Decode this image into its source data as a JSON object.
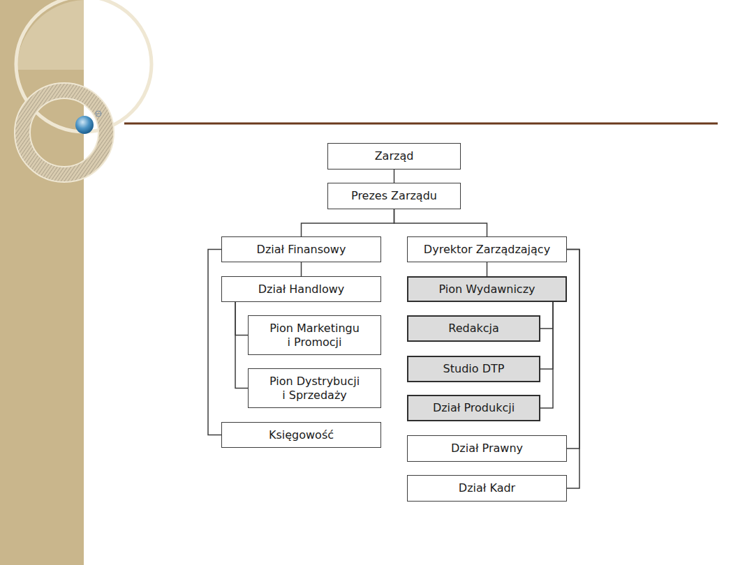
{
  "diagram": {
    "nodes": [
      {
        "text": [
          "Zarząd"
        ]
      },
      {
        "text": [
          "Prezes Zarządu"
        ]
      },
      {
        "text": [
          "Dział Finansowy"
        ]
      },
      {
        "text": [
          "Dyrektor Zarządzający"
        ]
      },
      {
        "text": [
          "Dział Handlowy"
        ]
      },
      {
        "text": [
          "Pion Marketingu i Promocji"
        ]
      },
      {
        "text": [
          "Pion Dystrybucji i Sprzedaży"
        ]
      },
      {
        "text": [
          "Księgowość"
        ]
      },
      {
        "text": [
          "Pion Wydawniczy"
        ]
      },
      {
        "text": [
          "Redakcja"
        ]
      },
      {
        "text": [
          "Studio DTP"
        ]
      },
      {
        "text": [
          "Dział Produkcji"
        ]
      },
      {
        "text": [
          "Dział Prawny"
        ]
      },
      {
        "text": [
          "Dział Kadr"
        ]
      }
    ],
    "edges": [
      {
        "from": 0,
        "to": 1,
        "arrow": "none"
      },
      {
        "from": 1,
        "to": 2,
        "arrow": "none"
      },
      {
        "from": 1,
        "to": 3,
        "arrow": "none"
      },
      {
        "from": 2,
        "to": 4,
        "arrow": "none"
      },
      {
        "from": 2,
        "to": 7,
        "arrow": "none"
      },
      {
        "from": 3,
        "to": 8,
        "arrow": "none"
      },
      {
        "from": 3,
        "to": 12,
        "arrow": "none"
      },
      {
        "from": 3,
        "to": 13,
        "arrow": "none"
      },
      {
        "from": 4,
        "to": 5,
        "arrow": "none"
      },
      {
        "from": 4,
        "to": 6,
        "arrow": "none"
      },
      {
        "from": 8,
        "to": 9,
        "arrow": "none"
      },
      {
        "from": 8,
        "to": 10,
        "arrow": "none"
      },
      {
        "from": 8,
        "to": 11,
        "arrow": "none"
      }
    ]
  }
}
